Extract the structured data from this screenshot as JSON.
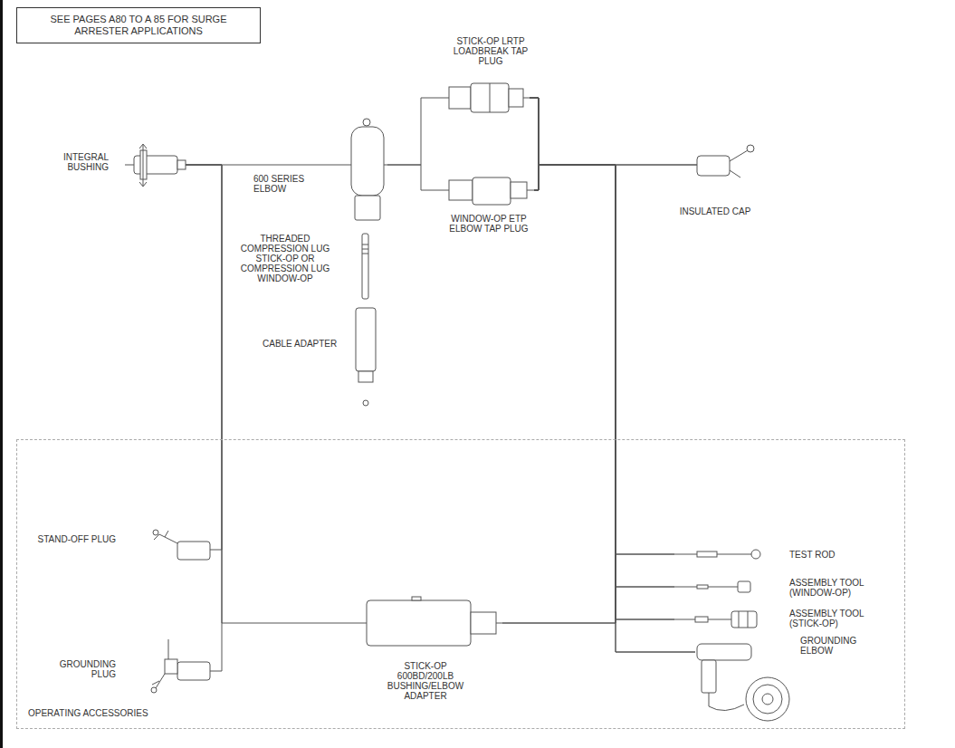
{
  "diagram": {
    "nodes": [
      {
        "text": [
          "SEE PAGES A80 TO A 85 FOR SURGE ARRESTER APPLICATIONS"
        ]
      },
      {
        "text": [
          "INTEGRAL BUSHING"
        ]
      },
      {
        "text": [
          "600 SERIES ELBOW"
        ]
      },
      {
        "text": [
          "STICK-OP LRTP LOADBREAK TAP PLUG"
        ]
      },
      {
        "text": [
          "WINDOW-OP ETP ELBOW TAP PLUG"
        ]
      },
      {
        "text": [
          "INSULATED CAP"
        ]
      },
      {
        "text": [
          "THREADED COMPRESSION LUG STICK-OP OR COMPRESSION LUG WINDOW-OP"
        ]
      },
      {
        "text": [
          "CABLE ADAPTER"
        ]
      },
      {
        "text": [
          "OPERATING ACCESSORIES"
        ]
      },
      {
        "text": [
          "STAND-OFF PLUG"
        ],
        "in": 8
      },
      {
        "text": [
          "GROUNDING PLUG"
        ],
        "in": 8
      },
      {
        "text": [
          "STICK-OP 600BD/200LB BUSHING/ELBOW ADAPTER"
        ],
        "in": 8
      },
      {
        "text": [
          "TEST ROD"
        ],
        "in": 8
      },
      {
        "text": [
          "ASSEMBLY TOOL (WINDOW-OP)"
        ],
        "in": 8
      },
      {
        "text": [
          "ASSEMBLY TOOL (STICK-OP)"
        ],
        "in": 8
      },
      {
        "text": [
          "GROUNDING ELBOW"
        ],
        "in": 8
      }
    ],
    "edges": [
      {
        "from": 1,
        "to": 2,
        "arrow": "none"
      },
      {
        "from": 2,
        "to": 3,
        "arrow": "none"
      },
      {
        "from": 2,
        "to": 4,
        "arrow": "none"
      },
      {
        "from": 3,
        "to": 5,
        "arrow": "none"
      },
      {
        "from": 4,
        "to": 5,
        "arrow": "none"
      },
      {
        "from": 3,
        "to": 12,
        "arrow": "none"
      },
      {
        "from": 4,
        "to": 12,
        "arrow": "none"
      },
      {
        "from": 3,
        "to": 13,
        "arrow": "none"
      },
      {
        "from": 4,
        "to": 13,
        "arrow": "none"
      },
      {
        "from": 3,
        "to": 14,
        "arrow": "none"
      },
      {
        "from": 4,
        "to": 14,
        "arrow": "none"
      },
      {
        "from": 3,
        "to": 15,
        "arrow": "none"
      },
      {
        "from": 4,
        "to": 15,
        "arrow": "none"
      },
      {
        "from": 3,
        "to": 11,
        "arrow": "none"
      },
      {
        "from": 4,
        "to": 11,
        "arrow": "none"
      },
      {
        "from": 1,
        "to": 9,
        "arrow": "none"
      },
      {
        "from": 1,
        "to": 10,
        "arrow": "none"
      },
      {
        "from": 1,
        "to": 11,
        "arrow": "none"
      }
    ]
  }
}
